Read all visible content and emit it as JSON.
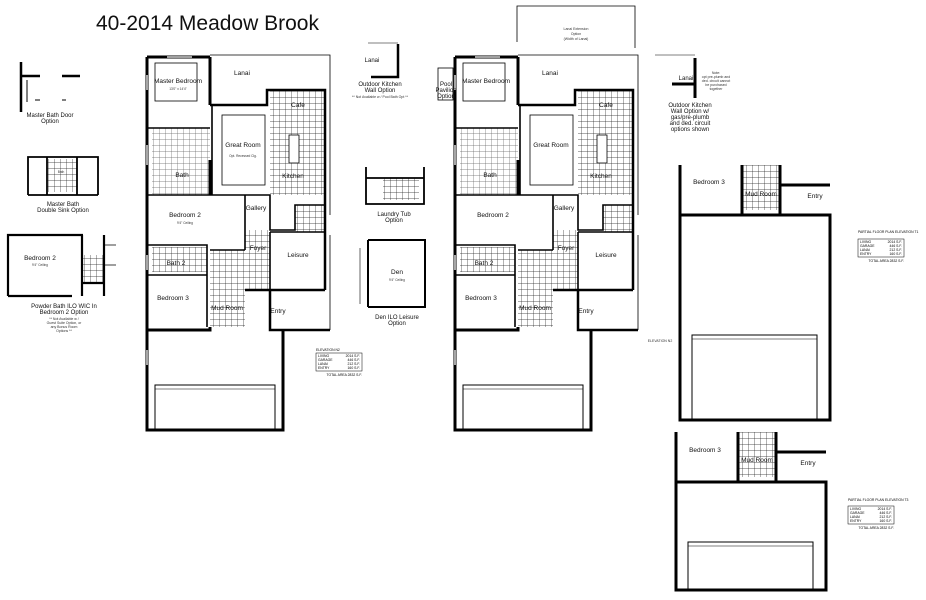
{
  "title": "40-2014 Meadow Brook",
  "rooms": {
    "master_bedroom": "Master Bedroom",
    "master_bedroom_dims": "13'0\" x 14'4\"",
    "lanai": "Lanai",
    "cafe": "Cafe",
    "great_room": "Great Room",
    "kitchen": "Kitchen",
    "bath": "Bath",
    "bedroom2": "Bedroom 2",
    "gallery": "Gallery",
    "foyer": "Foyer",
    "leisure": "Leisure",
    "bath2": "Bath 2",
    "bedroom3": "Bedroom 3",
    "mud_room": "Mud Room",
    "entry": "Entry",
    "den": "Den",
    "ceiling": "9'4\" Ceiling",
    "recessed": "Opt. Recessed Clg."
  },
  "options": {
    "master_bath_door": [
      "Master Bath Door",
      "Option"
    ],
    "master_bath_sink": [
      "Master Bath",
      "Double Sink Option"
    ],
    "powder_bath": [
      "Powder Bath ILO WIC In",
      "Bedroom 2 Option"
    ],
    "powder_bath_note": [
      "** Not Available w /",
      "Guest Suite Option, or",
      "any Bonus Room",
      "Options **"
    ],
    "outdoor_kitchen": [
      "Outdoor Kitchen",
      "Wall Option"
    ],
    "outdoor_kitchen_note": "** Not Available w / Pool Bath Opt **",
    "laundry_tub": [
      "Laundry Tub",
      "Option"
    ],
    "den_leisure": [
      "Den ILO Leisure",
      "Option"
    ],
    "lanai_extension": [
      "Lanai Extension",
      "Option",
      "(Width of Lanai)"
    ],
    "pool_pavilion": [
      "Pool",
      "Pavilion",
      "Option"
    ],
    "outdoor_kitchen2": [
      "Outdoor Kitchen",
      "Wall Option w/",
      "gas/pre-plumb",
      "and ded. circuit",
      "options shown"
    ],
    "note2": [
      "Note:",
      "opt pre-plumb and",
      "ded. circuit cannot",
      "be purchased",
      "together"
    ]
  },
  "elevation_tables": [
    {
      "heading": "ELEVATION N2",
      "rows": [
        [
          "LIVING",
          "2014 S.F."
        ],
        [
          "GARAGE",
          "446 S.F."
        ],
        [
          "LANAI",
          "212 S.F."
        ],
        [
          "ENTRY",
          "160 S.F."
        ]
      ],
      "total": "TOTAL AREA   2832 S.F."
    },
    {
      "heading": "PARTIAL FLOOR PLAN ELEVATION T1",
      "rows": [
        [
          "LIVING",
          "2014 S.F."
        ],
        [
          "GARAGE",
          "446 S.F."
        ],
        [
          "LANAI",
          "212 S.F."
        ],
        [
          "ENTRY",
          "160 S.F."
        ]
      ],
      "total": "TOTAL AREA   2832 S.F."
    },
    {
      "heading": "PARTIAL FLOOR PLAN ELEVATION T3",
      "rows": [
        [
          "LIVING",
          "2014 S.F."
        ],
        [
          "GARAGE",
          "446 S.F."
        ],
        [
          "LANAI",
          "212 S.F."
        ],
        [
          "ENTRY",
          "160 S.F."
        ]
      ],
      "total": "TOTAL AREA   2832 S.F."
    }
  ],
  "elevation_label_2": "ELEVATION N2"
}
